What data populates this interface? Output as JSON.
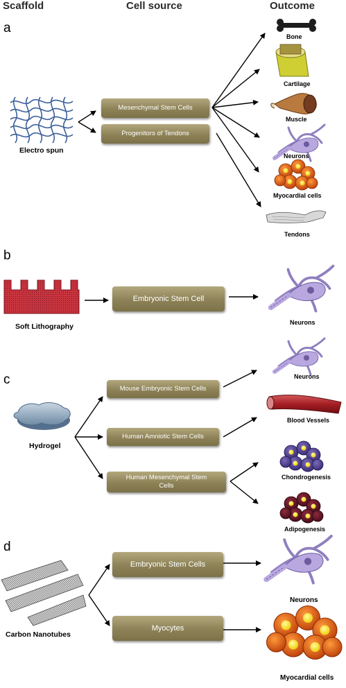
{
  "headers": {
    "scaffold": "Scaffold",
    "cell_source": "Cell source",
    "outcome": "Outcome"
  },
  "panel_a": {
    "letter": "a",
    "scaffold": "Electro spun",
    "sources": [
      "Mesenchymal Stem Cells",
      "Progenitors of Tendons"
    ],
    "outcomes": [
      "Bone",
      "Cartilage",
      "Muscle",
      "Neurons",
      "Myocardial cells",
      "Tendons"
    ]
  },
  "panel_b": {
    "letter": "b",
    "scaffold": "Soft Lithography",
    "source": "Embryonic Stem Cell",
    "outcome": "Neurons"
  },
  "panel_c": {
    "letter": "c",
    "scaffold": "Hydrogel",
    "sources": [
      "Mouse Embryonic Stem Cells",
      "Human Amniotic Stem Cells",
      "Human Mesenchymal Stem Cells"
    ],
    "outcomes": [
      "Neurons",
      "Blood Vessels",
      "Chondrogenesis",
      "Adipogenesis"
    ]
  },
  "panel_d": {
    "letter": "d",
    "scaffold": "Carbon Nanotubes",
    "sources": [
      "Embryonic Stem Cells",
      "Myocytes"
    ],
    "outcomes": [
      "Neurons",
      "Myocardial cells"
    ]
  }
}
